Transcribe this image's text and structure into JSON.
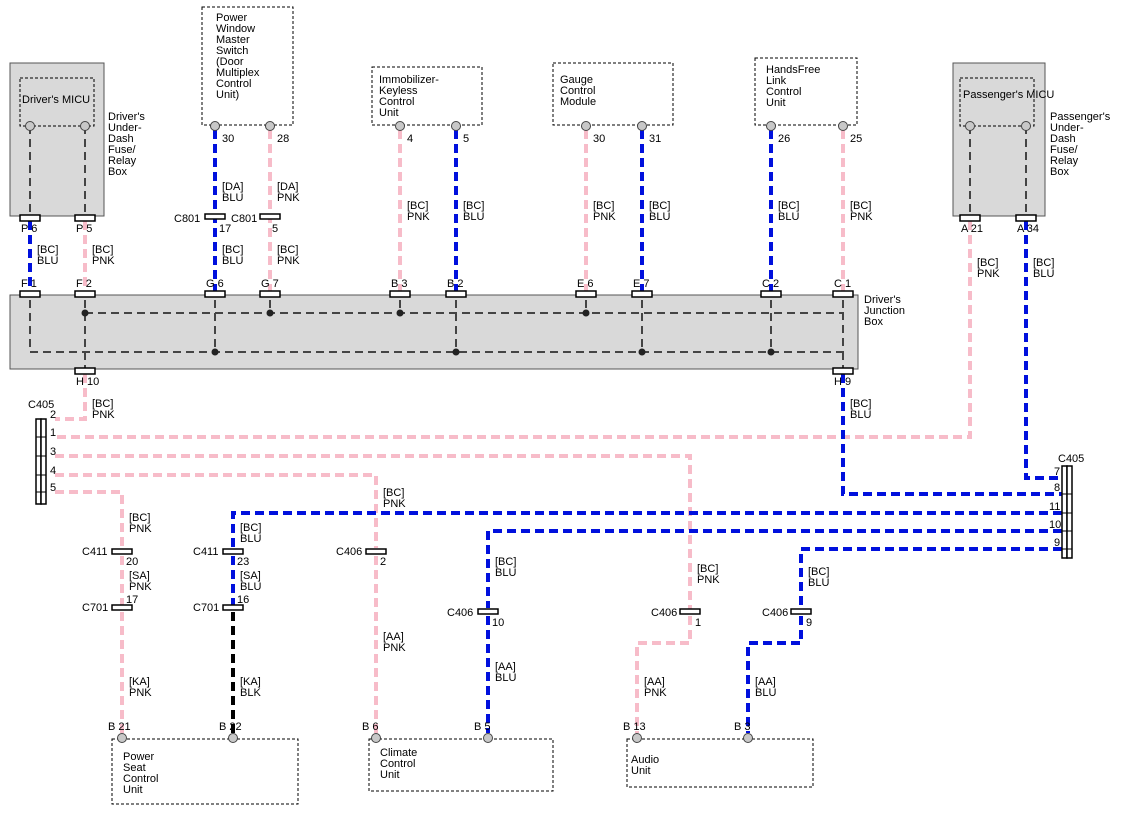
{
  "components": {
    "drivers_micu": "Driver's MICU",
    "drivers_box": "Driver's Under- Dash Fuse/ Relay Box",
    "pwms": "Power Window Master Switch (Door Multiplex Control Unit)",
    "immobilizer": "Immobilizer- Keyless Control Unit",
    "gauge": "Gauge Control Module",
    "handsfree": "HandsFree Link Control Unit",
    "passengers_micu": "Passenger's MICU",
    "passengers_box": "Passenger's Under- Dash Fuse/ Relay Box",
    "junction_box": "Driver's Junction Box",
    "power_seat": "Power Seat Control Unit",
    "climate": "Climate Control Unit",
    "audio": "Audio Unit"
  },
  "colors": {
    "blu": "#0010dd",
    "pnk": "#f7bcc9",
    "blk": "#000000"
  },
  "labels": {
    "pwms_p30": "30",
    "pwms_p28": "28",
    "immo_p4": "4",
    "immo_p5": "5",
    "gauge_p30": "30",
    "gauge_p31": "31",
    "hf_p26": "26",
    "hf_p25": "25",
    "da_blu": "[DA] BLU",
    "da_pnk": "[DA] PNK",
    "c801a": "C801",
    "c801a_pin": "17",
    "c801b": "C801",
    "c801b_pin": "5",
    "bc_blu": "[BC] BLU",
    "bc_pnk": "[BC] PNK",
    "p6": "P 6",
    "p5": "P 5",
    "a21": "A 21",
    "a34": "A 34",
    "f1": "F 1",
    "f2": "F 2",
    "g6": "G 6",
    "g7": "G 7",
    "b3": "B 3",
    "b2": "B 2",
    "e6": "E 6",
    "e7": "E 7",
    "c2": "C 2",
    "c1": "C 1",
    "h10": "H 10",
    "h9": "H 9",
    "c405": "C405",
    "c405r": "C405",
    "cl2": "2",
    "cl1": "1",
    "cl3": "3",
    "cl4": "4",
    "cl5": "5",
    "cr7": "7",
    "cr8": "8",
    "cr11": "11",
    "cr10": "10",
    "cr9": "9",
    "c411": "C411",
    "c411_pin20": "20",
    "c411b": "C411",
    "c411_pin23": "23",
    "sa_pnk": "[SA] PNK",
    "sa_blu": "[SA] BLU",
    "c701": "C701",
    "c701_pin17": "17",
    "c701b": "C701",
    "c701_pin16": "16",
    "ka_pnk": "[KA] PNK",
    "ka_blk": "[KA] BLK",
    "c406a": "C406",
    "c406a_pin": "2",
    "c406b": "C406",
    "c406b_pin": "10",
    "c406c": "C406",
    "c406c_pin": "1",
    "c406d": "C406",
    "c406d_pin": "9",
    "aa_pnk": "[AA] PNK",
    "aa_blu": "[AA] BLU",
    "b21": "B 21",
    "b22": "B 22",
    "b6": "B 6",
    "b5": "B 5",
    "b13": "B 13",
    "b3b": "B 3"
  }
}
